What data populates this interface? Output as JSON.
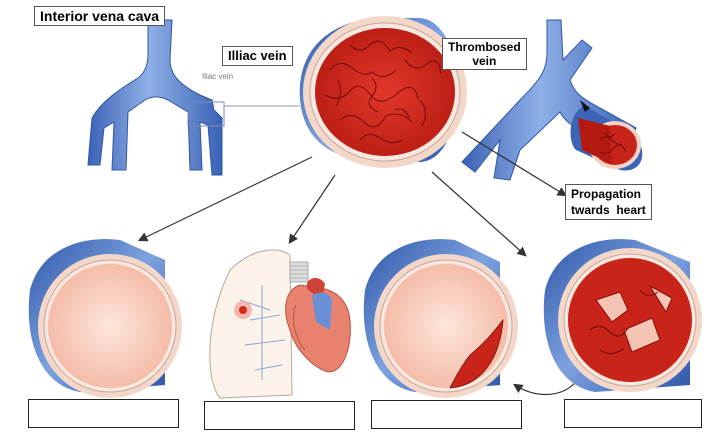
{
  "labels": {
    "ivc": "Interior vena cava",
    "iliac": "Illiac vein",
    "iliac_small": "Iliac vein",
    "thrombosed_line1": "Thrombosed",
    "thrombosed_line2": "vein",
    "propagation_line1": "Propagation",
    "propagation_line2": "twards  heart"
  },
  "answer_boxes": [
    "",
    "",
    "",
    ""
  ],
  "colors": {
    "vein_blue": "#5b84cf",
    "vein_blue_dark": "#2f56a8",
    "vein_inner": "#f6c4b4",
    "wall_pink": "#f2d3c6",
    "clot_red": "#d42a1e",
    "clot_dark": "#8a0f0a",
    "arrow": "#333333"
  }
}
